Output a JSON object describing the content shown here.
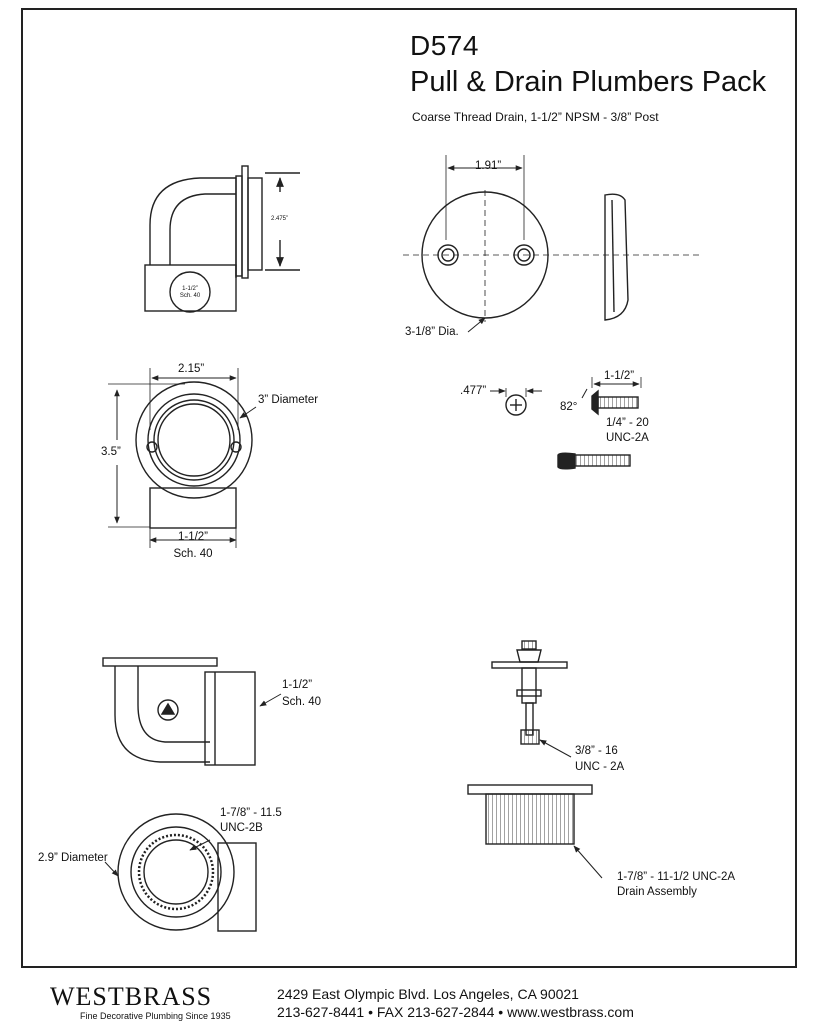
{
  "header": {
    "model": "D574",
    "title": "Pull & Drain Plumbers Pack",
    "subtitle": "Coarse Thread Drain, 1-1/2” NPSM - 3/8” Post"
  },
  "dimensions": {
    "elbow_height": "2.475”",
    "elbow_pipe": "1-1/2”\nSch. 40",
    "holes_spacing": "1.91”",
    "plate_dia": "3-1/8” Dia.",
    "front_width": "2.15”",
    "front_diameter": "3” Diameter",
    "front_height": "3.5”",
    "front_pipe_a": "1-1/2”",
    "front_pipe_b": "Sch. 40",
    "screw_head": ".477”",
    "screw_length": "1-1/2”",
    "screw_angle": "82°",
    "screw_thread_a": "1/4” - 20",
    "screw_thread_b": "UNC-2A",
    "side_pipe_a": "1-1/2”",
    "side_pipe_b": "Sch. 40",
    "plunger_thread_a": "3/8” - 16",
    "plunger_thread_b": "UNC - 2A",
    "bottom_thread_a": "1-7/8” - 11.5",
    "bottom_thread_b": "UNC-2B",
    "bottom_diameter": "2.9” Diameter",
    "drain_thread_a": "1-7/8” - 11-1/2 UNC-2A",
    "drain_thread_b": "Drain Assembly"
  },
  "footer": {
    "brand": "WESTBRASS",
    "tagline": "Fine Decorative Plumbing Since 1935",
    "address": "2429 East Olympic Blvd. Los Angeles, CA  90021",
    "phone": "213-627-8441 • FAX 213-627-2844 • www.westbrass.com"
  },
  "colors": {
    "line": "#222222",
    "paper": "#ffffff"
  }
}
